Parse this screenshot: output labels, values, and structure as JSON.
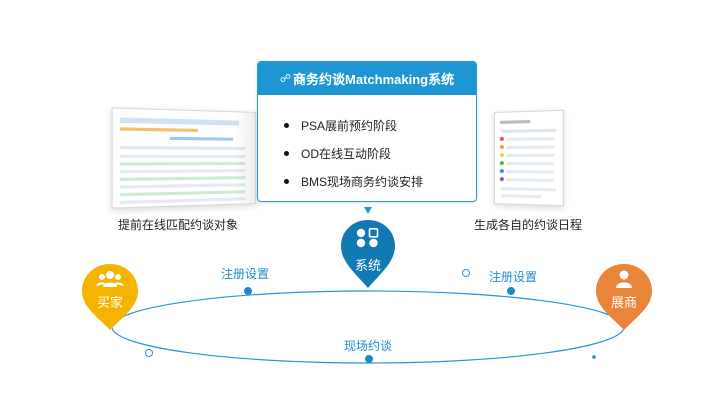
{
  "card": {
    "title": "商务约谈Matchmaking系统",
    "items": [
      "PSA展前预约阶段",
      "OD在线互动阶段",
      "BMS现场商务约谈安排"
    ]
  },
  "left_caption": "提前在线匹配约谈对象",
  "right_caption": "生成各自的约谈日程",
  "center_pin": {
    "label": "系统",
    "color": "#1279b4"
  },
  "buyer_pin": {
    "label": "买家",
    "color": "#f5b400"
  },
  "exhibitor_pin": {
    "label": "展商",
    "color": "#e9843a"
  },
  "flow": {
    "left_register": "注册设置",
    "right_register": "注册设置",
    "bottom": "现场约谈"
  },
  "colors": {
    "accent": "#1e96d3",
    "orbit": "#1e90d0"
  }
}
